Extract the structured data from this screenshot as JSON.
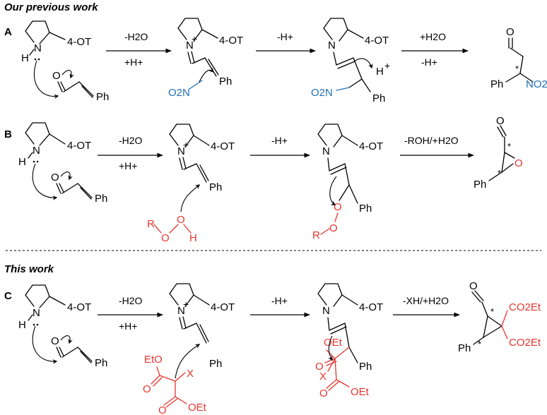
{
  "headings": {
    "previous": "Our previous work",
    "current": "This work"
  },
  "rows": [
    "A",
    "B",
    "C"
  ],
  "catalyst": {
    "N": "N",
    "H": "H",
    "substituent": "4-OT",
    "plus": "+"
  },
  "groups": {
    "Ph": "Ph",
    "O": "O",
    "H": "H",
    "R": "R",
    "X": "X",
    "EtO": "EtO",
    "OEt": "OEt",
    "CO2Et": "CO2Et",
    "NO2": "NO2",
    "O2N": "O2N",
    "star": "*"
  },
  "conditions": {
    "step1_top": "-H2O",
    "step1_bottom": "+H+",
    "step2_top": "-H+",
    "A_step3_top": "+H2O",
    "A_step3_bottom": "-H+",
    "B_step3_top": "-ROH/+H2O",
    "C_step3_top": "-XH/+H2O"
  },
  "colors": {
    "red": "#e8352f",
    "blue": "#1f6fb5",
    "black": "#000000"
  }
}
